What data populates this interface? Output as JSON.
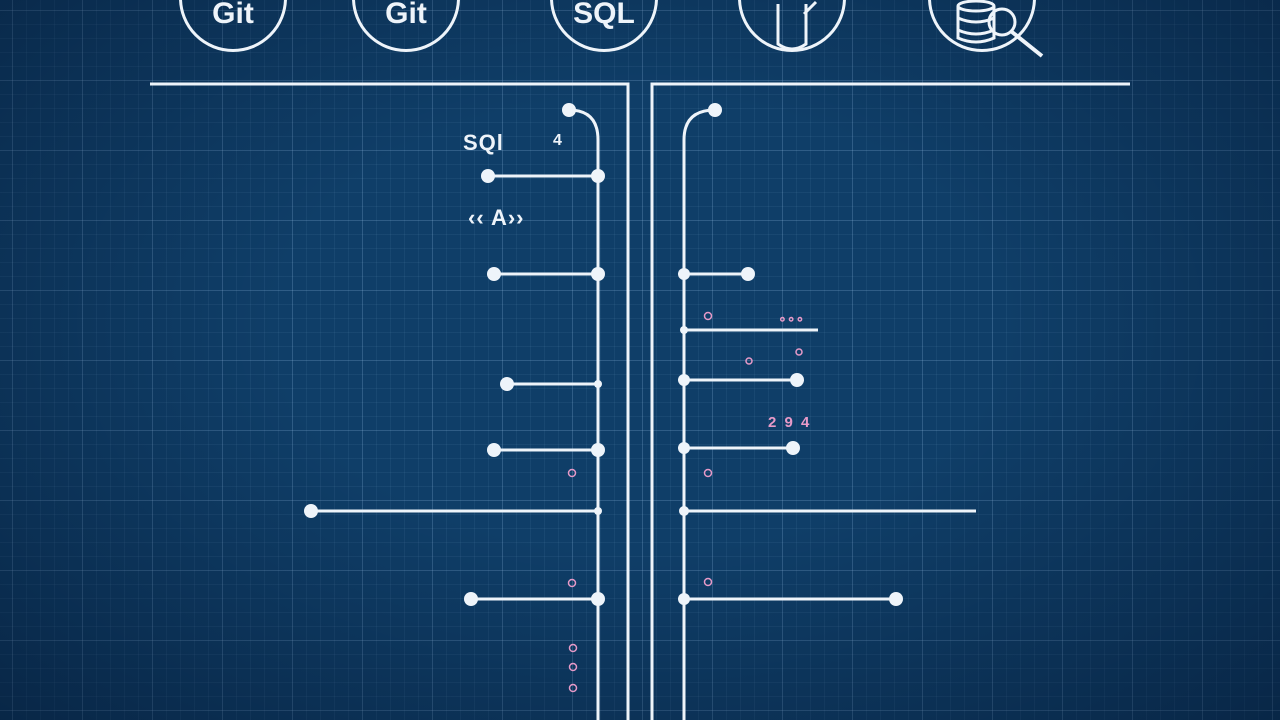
{
  "icons": {
    "git_1": {
      "label": "Git"
    },
    "git_2": {
      "label": "Git"
    },
    "sql": {
      "label": "SQL"
    },
    "database": {
      "icon": "database-icon"
    },
    "database_search": {
      "icon": "database-search-icon"
    }
  },
  "annotations": {
    "sql_label": "SQl",
    "sql_marker": "4",
    "angle_brackets": "‹‹  A››",
    "right_code_1": "∘∘∘",
    "right_code_2": "2 9 4"
  },
  "colors": {
    "background": "#0f3e68",
    "line": "#eef4fa",
    "accent_dots": "#e79ac8"
  }
}
